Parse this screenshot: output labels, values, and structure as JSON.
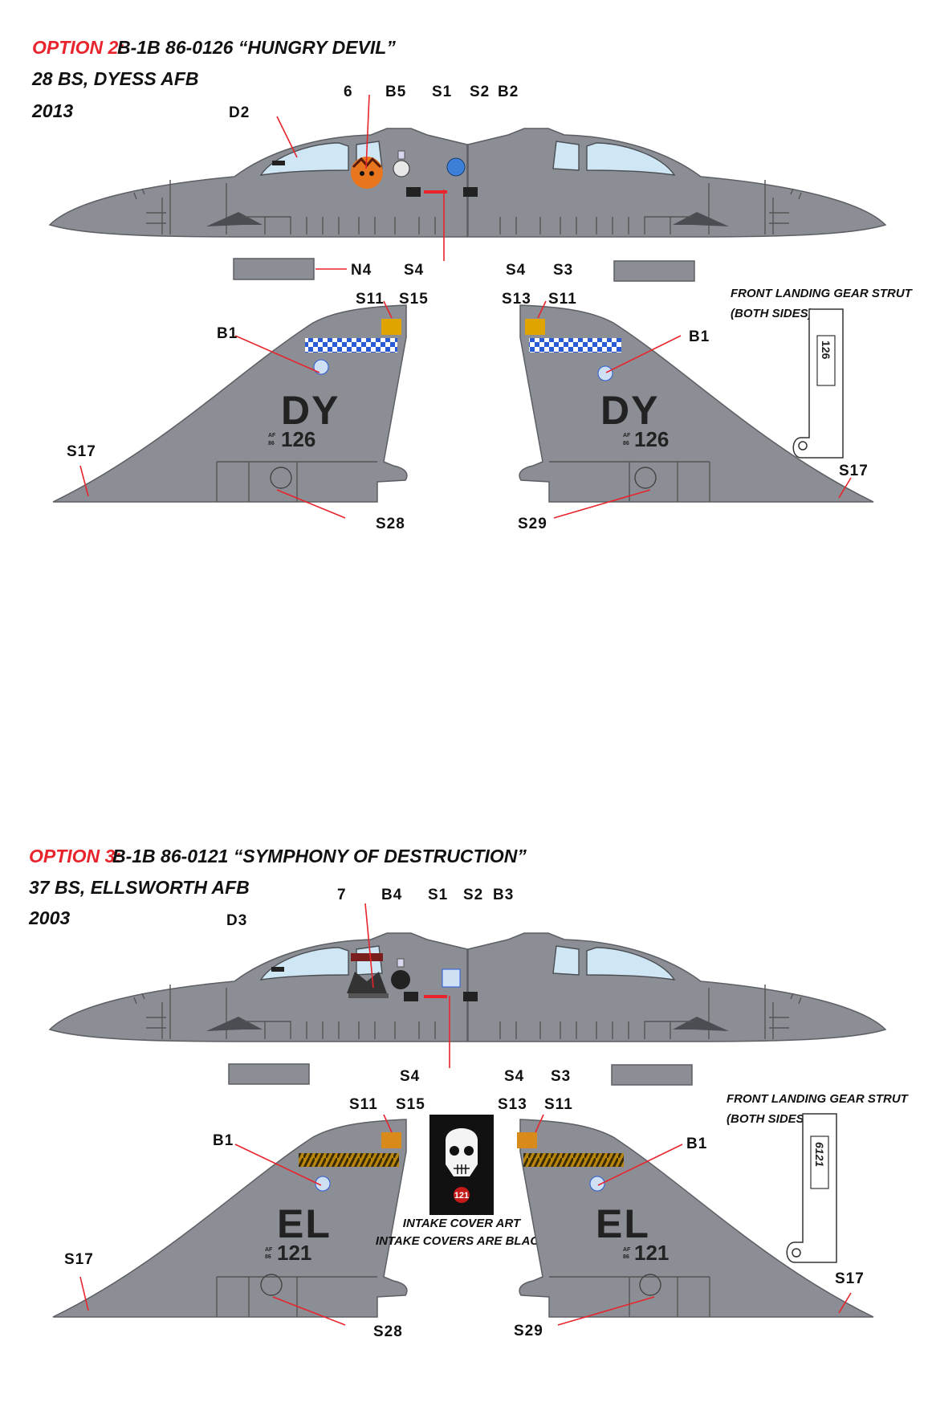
{
  "colors": {
    "accent_red": "#e8242c",
    "aircraft_gray": "#8b8e94",
    "text": "#111111",
    "checker_blue": "#2a5bd7",
    "tiger_stripe": "#b8860b"
  },
  "option2": {
    "option_label": "OPTION 2:",
    "title": "B-1B  86-0126  “HUNGRY DEVIL”",
    "unit": "28 BS, DYESS AFB",
    "year": "2013",
    "callouts": {
      "d2": "D2",
      "c6": "6",
      "b5": "B5",
      "s1": "S1",
      "s2": "S2",
      "b2": "B2",
      "s4a": "S4",
      "s4b": "S4",
      "s3": "S3",
      "n4": "N4",
      "s11a": "S11",
      "s15": "S15",
      "s13": "S13",
      "s11b": "S11",
      "b1a": "B1",
      "b1b": "B1",
      "s17a": "S17",
      "s17b": "S17",
      "s28": "S28",
      "s29": "S29"
    },
    "tail_code": "DY",
    "tail_af": "AF",
    "tail_year": "86",
    "tail_serial": "126",
    "strut_note_1": "FRONT LANDING GEAR STRUT",
    "strut_note_2": "(BOTH SIDES)",
    "strut_number": "126"
  },
  "option3": {
    "option_label": "OPTION 3:",
    "title": "B-1B  86-0121  “SYMPHONY OF DESTRUCTION”",
    "unit": "37 BS, ELLSWORTH AFB",
    "year": "2003",
    "callouts": {
      "d3": "D3",
      "c7": "7",
      "b4": "B4",
      "s1": "S1",
      "s2": "S2",
      "b3": "B3",
      "s4a": "S4",
      "s4b": "S4",
      "s3": "S3",
      "s11a": "S11",
      "s15": "S15",
      "s13": "S13",
      "s11b": "S11",
      "b1a": "B1",
      "b1b": "B1",
      "s17a": "S17",
      "s17b": "S17",
      "s28": "S28",
      "s29": "S29"
    },
    "tail_code": "EL",
    "tail_af": "AF",
    "tail_year": "86",
    "tail_serial": "121",
    "intake_number": "121",
    "intake_note_1": "INTAKE COVER ART",
    "intake_note_2": "INTAKE COVERS ARE BLACK",
    "strut_note_1": "FRONT LANDING GEAR STRUT",
    "strut_note_2": "(BOTH SIDES)",
    "strut_number": "6121"
  }
}
